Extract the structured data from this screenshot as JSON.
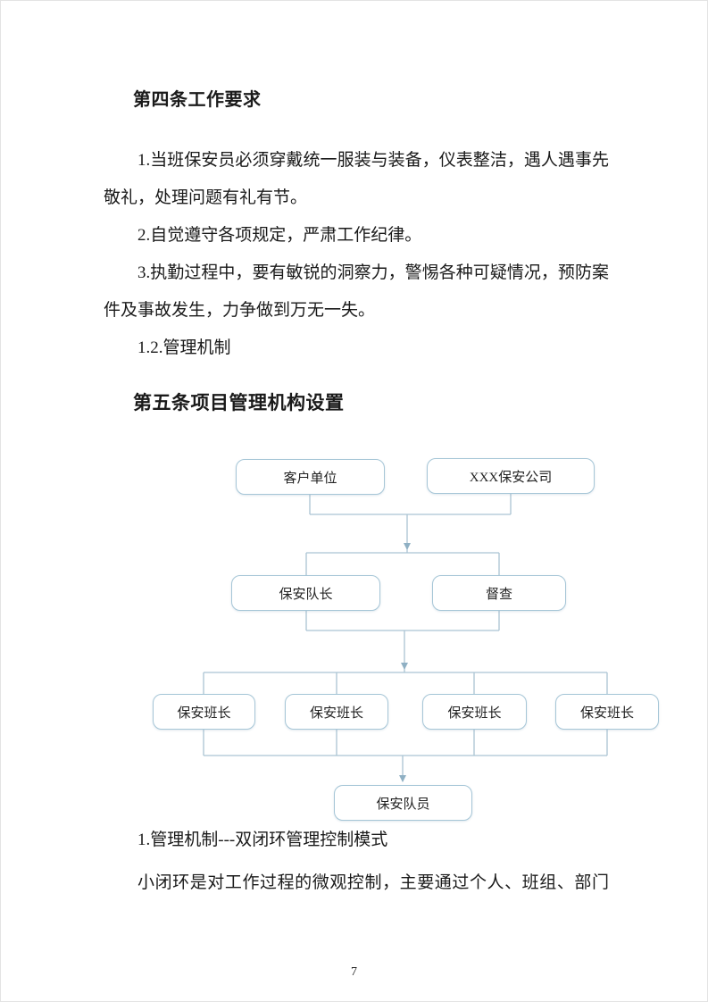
{
  "document": {
    "heading_article4": "第四条工作要求",
    "article4_paragraphs": [
      "1.当班保安员必须穿戴统一服装与装备，仪表整洁，遇人遇事先敬礼，处理问题有礼有节。",
      "2.自觉遵守各项规定，严肃工作纪律。",
      "3.执勤过程中，要有敏锐的洞察力，警惕各种可疑情况，预防案件及事故发生，力争做到万无一失。",
      "1.2.管理机制"
    ],
    "heading_article5": "第五条项目管理机构设置",
    "after_chart_paragraphs": [
      "1.管理机制---双闭环管理控制模式",
      "小闭环是对工作过程的微观控制，主要通过个人、班组、部门"
    ],
    "page_number": "7"
  },
  "org_chart": {
    "top_row": {
      "client": "客户单位",
      "company": "XXX保安公司"
    },
    "middle_row": {
      "team_leader": "保安队长",
      "inspector": "督查"
    },
    "squad_row": [
      "保安班长",
      "保安班长",
      "保安班长",
      "保安班长"
    ],
    "bottom": {
      "member": "保安队员"
    }
  },
  "colors": {
    "chart_line": "#aac4d3",
    "chart_arrow": "#8fb0c4",
    "chart_box_border": "#a6c6d7",
    "text": "#1a1a1a"
  }
}
